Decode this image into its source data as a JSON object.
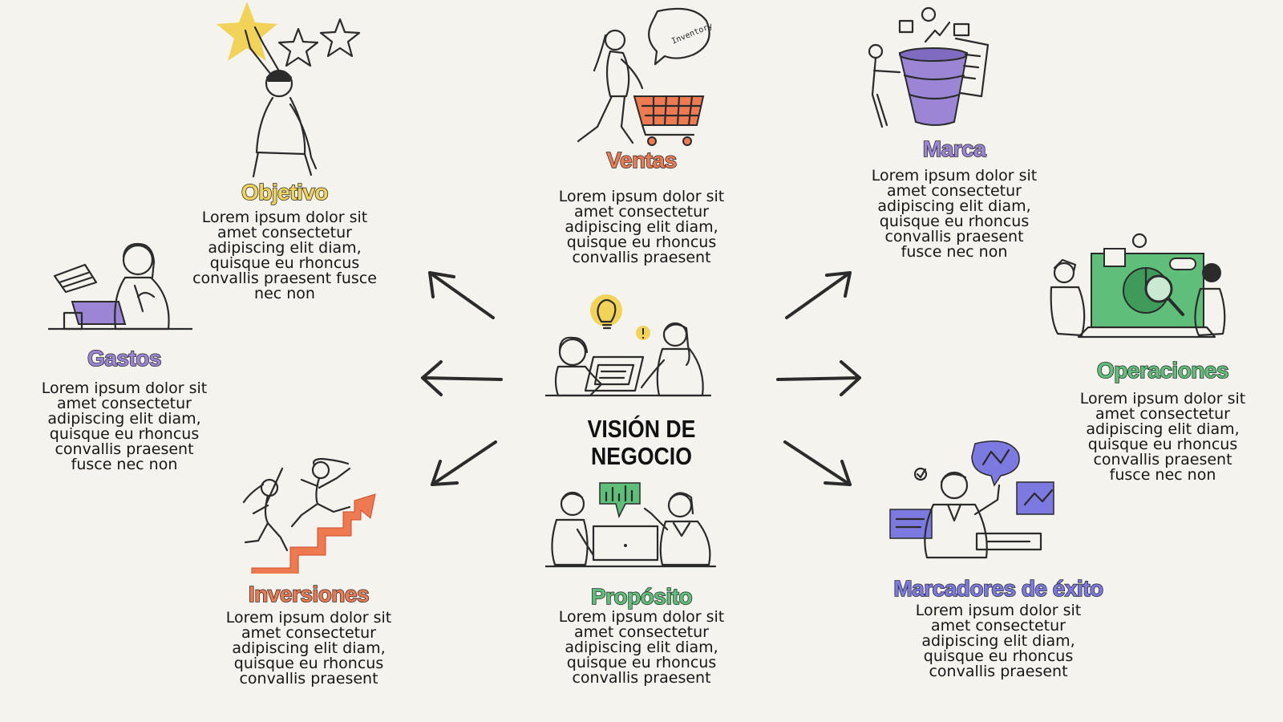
{
  "center": {
    "title_line1": "VISIÓN DE",
    "title_line2": "NEGOCIO"
  },
  "nodes": [
    {
      "id": "objetivo",
      "title": "Objetivo",
      "color": "#f1d35a",
      "text": "Lorem ipsum dolor sit amet consectetur adipiscing elit diam, quisque eu rhoncus convallis praesent fusce nec non"
    },
    {
      "id": "ventas",
      "title": "Ventas",
      "color": "#ee7a52",
      "text": "Lorem ipsum dolor sit amet consectetur adipiscing elit diam, quisque eu rhoncus convallis praesent"
    },
    {
      "id": "marca",
      "title": "Marca",
      "color": "#9b86d6",
      "text": "Lorem ipsum dolor sit amet consectetur adipiscing elit diam, quisque eu rhoncus convallis praesent fusce nec non"
    },
    {
      "id": "gastos",
      "title": "Gastos",
      "color": "#9b86d6",
      "text": "Lorem ipsum dolor sit amet consectetur adipiscing elit diam, quisque eu rhoncus convallis praesent fusce nec non"
    },
    {
      "id": "operaciones",
      "title": "Operaciones",
      "color": "#5fbf7a",
      "text": "Lorem ipsum dolor sit amet consectetur adipiscing elit diam, quisque eu rhoncus convallis praesent fusce nec non"
    },
    {
      "id": "inversiones",
      "title": "Inversiones",
      "color": "#ee7a52",
      "text": "Lorem ipsum dolor sit amet consectetur adipiscing elit diam, quisque eu rhoncus convallis praesent"
    },
    {
      "id": "proposito",
      "title": "Propósito",
      "color": "#5fbf7a",
      "text": "Lorem ipsum dolor sit amet consectetur adipiscing elit diam, quisque eu rhoncus convallis praesent"
    },
    {
      "id": "marcadores",
      "title": "Marcadores de éxito",
      "color": "#7c79e0",
      "text": "Lorem ipsum dolor sit amet consectetur adipiscing elit diam, quisque eu rhoncus convallis praesent"
    }
  ],
  "illustrations": {
    "inventory_bubble": "Inventory"
  },
  "colors": {
    "background": "#f4f3ee",
    "ink": "#2b2b2b",
    "yellow": "#f1d35a",
    "orange": "#ee7a52",
    "purple": "#9b86d6",
    "green": "#5fbf7a",
    "blue": "#7c79e0"
  }
}
